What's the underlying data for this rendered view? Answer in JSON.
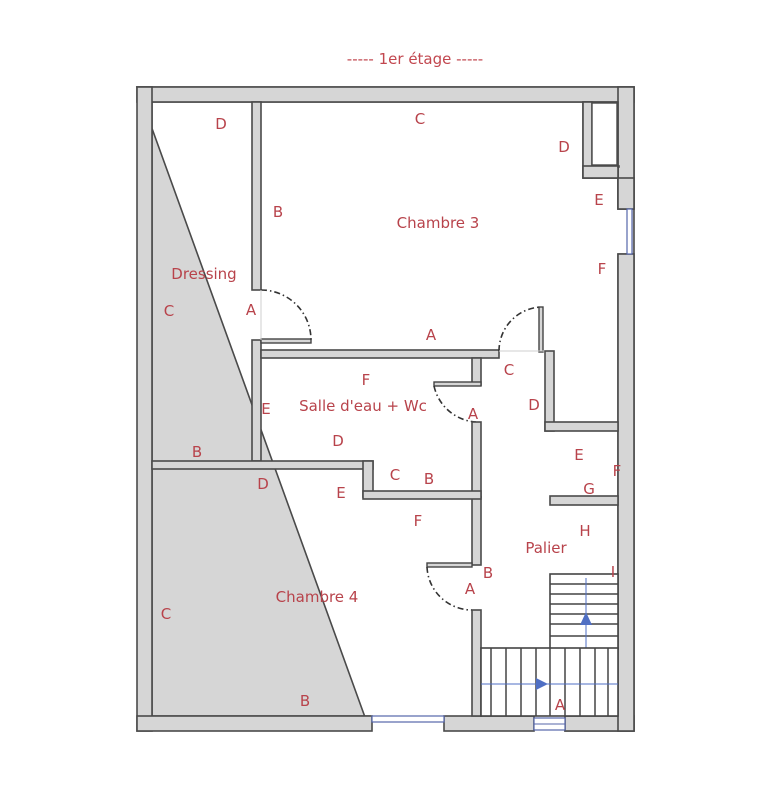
{
  "title": "----- 1er étage -----",
  "floor": "1er étage",
  "colors": {
    "wall_fill": "#d6d6d6",
    "wall_stroke": "#4a4a4a",
    "label": "#b8434b",
    "window": "#5566aa",
    "arrow": "#4f6fc4"
  },
  "rooms": [
    {
      "id": "dressing",
      "name": "Dressing",
      "walls": [
        "D",
        "C",
        "A",
        "B"
      ]
    },
    {
      "id": "chambre3",
      "name": "Chambre 3",
      "walls": [
        "C",
        "D",
        "E",
        "F",
        "A",
        "B"
      ]
    },
    {
      "id": "salle_eau",
      "name": "Salle d'eau + Wc",
      "walls": [
        "F",
        "E",
        "D",
        "C",
        "B",
        "A"
      ]
    },
    {
      "id": "chambre4",
      "name": "Chambre 4",
      "walls": [
        "D",
        "E",
        "F",
        "A",
        "B",
        "C"
      ]
    },
    {
      "id": "palier",
      "name": "Palier",
      "walls": [
        "C",
        "D",
        "E",
        "F",
        "G",
        "H",
        "I",
        "B",
        "A"
      ]
    }
  ],
  "labels": {
    "dressing": {
      "D": "D",
      "C": "C",
      "A": "A",
      "B": "B"
    },
    "chambre3": {
      "C": "C",
      "D": "D",
      "E": "E",
      "F": "F",
      "A": "A",
      "B": "B"
    },
    "salle": {
      "F": "F",
      "E": "E",
      "D": "D",
      "C": "C",
      "B": "B",
      "A": "A"
    },
    "chambre4": {
      "D": "D",
      "E": "E",
      "F": "F",
      "A": "A",
      "B": "B",
      "C": "C"
    },
    "palier": {
      "C": "C",
      "D": "D",
      "E": "E",
      "F": "F",
      "G": "G",
      "H": "H",
      "I": "I",
      "B": "B",
      "A": "A"
    }
  }
}
